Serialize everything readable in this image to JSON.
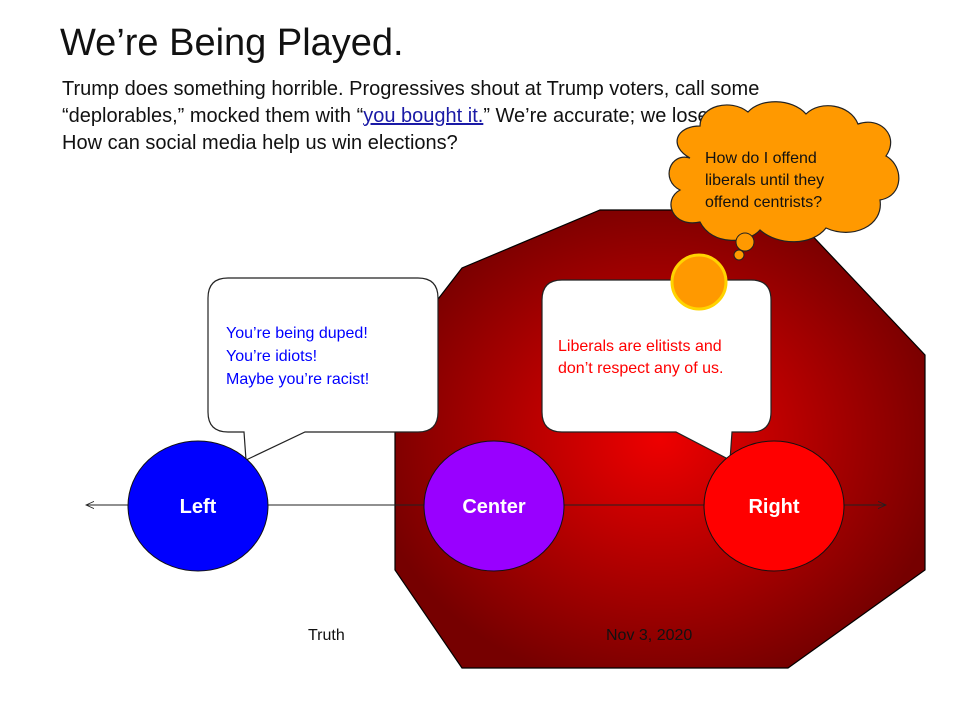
{
  "title": "We’re Being Played.",
  "intro": {
    "part1": "Trump does something horrible. Progressives shout at Trump voters, call some “deplorables,” mocked them with “",
    "link": "you bought it.",
    "part2": "” We’re accurate; we lose elections. How can social media help us win elections?"
  },
  "nodes": {
    "left": "Left",
    "center": "Center",
    "right": "Right"
  },
  "bubbles": {
    "left_lines": [
      "You’re being duped!",
      "You’re idiots!",
      "Maybe you’re racist!"
    ],
    "right_lines": [
      "Liberals are elitists and",
      "don’t respect any of us."
    ],
    "thought_lines": [
      "How do I offend",
      "liberals until they",
      "offend centrists?"
    ]
  },
  "footer": {
    "truth": "Truth",
    "date": "Nov 3, 2020"
  },
  "colors": {
    "left": "#0000ff",
    "center": "#9900ff",
    "right": "#ff0000",
    "octagon_center": "#e80000",
    "octagon_edge": "#7a0000",
    "thought": "#ff9900",
    "left_text": "#0000ff",
    "right_text": "#ff0000"
  }
}
